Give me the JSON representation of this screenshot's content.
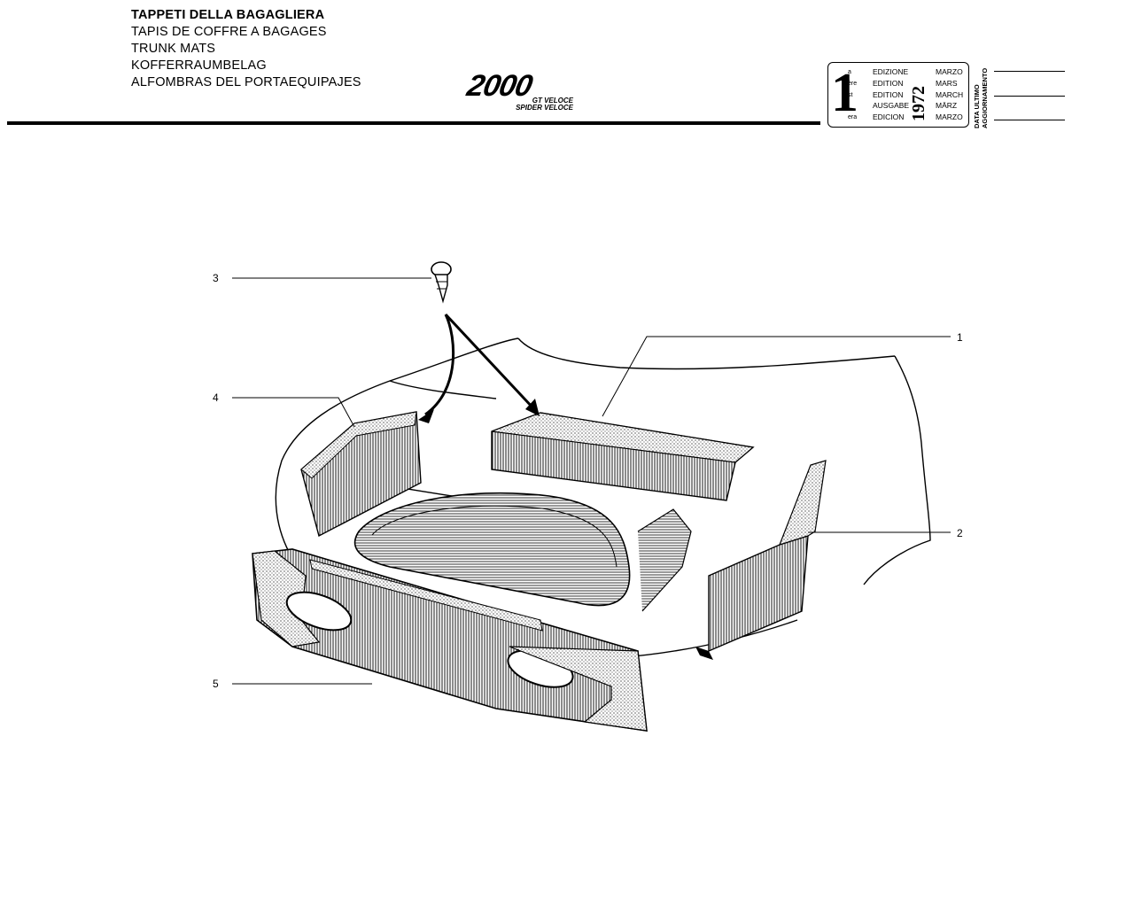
{
  "header": {
    "titles": [
      "TAPPETI DELLA BAGAGLIERA",
      "TAPIS DE COFFRE A BAGAGES",
      "TRUNK MATS",
      "KOFFERRAUMBELAG",
      "ALFOMBRAS DEL PORTAEQUIPAJES"
    ],
    "logo": {
      "model": "2000",
      "variant_1": "GT VELOCE",
      "variant_2": "SPIDER VELOCE"
    }
  },
  "edition_box": {
    "number": "1",
    "superscripts": [
      "a",
      "ère",
      "st",
      ".",
      "era"
    ],
    "edition_words": [
      "EDIZIONE",
      "EDITION",
      "EDITION",
      "AUSGABE",
      "EDICION"
    ],
    "months": [
      "MARZO",
      "MARS",
      "MARCH",
      "MÄRZ",
      "MARZO"
    ],
    "year": "1972"
  },
  "update_label": {
    "line1": "DATA ULTIMO",
    "line2": "AGGIORNAMENTO"
  },
  "callouts": [
    {
      "id": "1",
      "label": "1"
    },
    {
      "id": "2",
      "label": "2"
    },
    {
      "id": "3",
      "label": "3"
    },
    {
      "id": "4",
      "label": "4"
    },
    {
      "id": "5",
      "label": "5"
    }
  ]
}
